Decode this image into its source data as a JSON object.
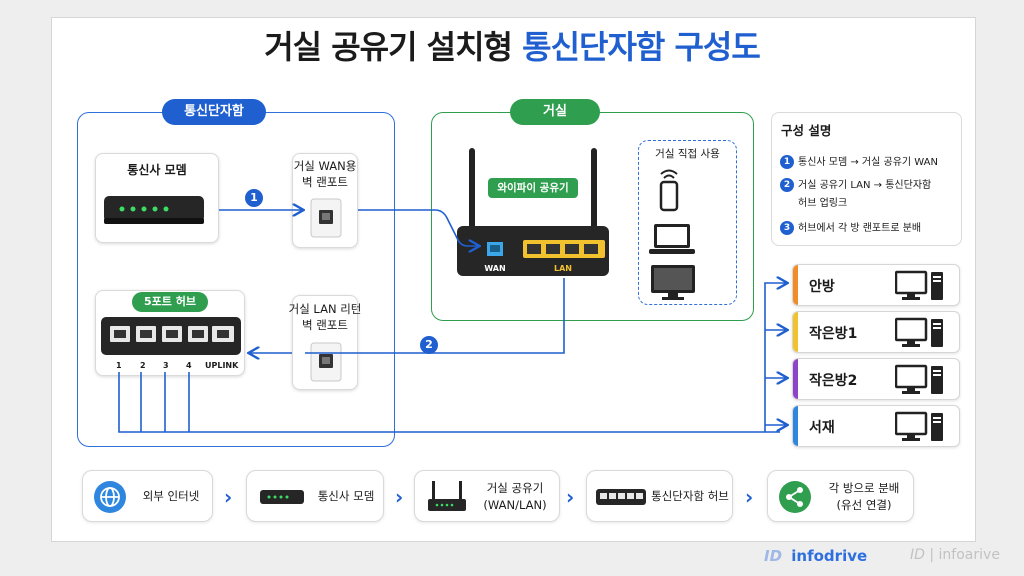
{
  "title": {
    "main": "거실 공유기 설치형 ",
    "highlight": "통신단자함 구성도"
  },
  "groups": {
    "terminal_box": "통신단자함",
    "living_room": "거실",
    "direct_use": "거실 직접 사용"
  },
  "devices": {
    "modem": "통신사 모뎀",
    "wan_port": [
      "거실 WAN용",
      "벽 랜포트"
    ],
    "router": "와이파이 공유기",
    "router_wan": "WAN",
    "router_lan": "LAN",
    "hub": "5포트 허브",
    "lan_port": [
      "거실 LAN 리턴",
      "벽 랜포트"
    ],
    "hub_ports": [
      "1",
      "2",
      "3",
      "4",
      "UPLINK"
    ]
  },
  "callouts": [
    "1",
    "2"
  ],
  "legend": {
    "title": "구성 설명",
    "items": [
      {
        "num": "1",
        "text": "통신사 모뎀 → 거실 공유기 WAN"
      },
      {
        "num": "2",
        "text": "거실 공유기 LAN → 통신단자함",
        "text2": "허브 업링크"
      },
      {
        "num": "3",
        "text": "허브에서 각 방 랜포트로 분배"
      }
    ]
  },
  "rooms": [
    {
      "name": "안방",
      "color": "#f28c28"
    },
    {
      "name": "작은방1",
      "color": "#f2c12e"
    },
    {
      "name": "작은방2",
      "color": "#8e44c9"
    },
    {
      "name": "서재",
      "color": "#2e86de"
    }
  ],
  "flow": [
    {
      "label": "외부 인터넷",
      "icon": "globe-icon"
    },
    {
      "label": "통신사 모뎀",
      "icon": "modem-icon"
    },
    {
      "label": "거실 공유기",
      "label2": "(WAN/LAN)",
      "icon": "router-icon"
    },
    {
      "label": "통신단자함 허브",
      "icon": "hub-icon"
    },
    {
      "label": "각 방으로 분배",
      "label2": "(유선 연결)",
      "icon": "share-icon"
    }
  ],
  "colors": {
    "accent": "#1f5fcf",
    "green": "#2f9e4f",
    "led": "#3ddc63",
    "router_lan": "#f2c12e"
  },
  "watermark": {
    "brand": "infodrive",
    "brand2": "infoarive",
    "mark": "ID"
  }
}
